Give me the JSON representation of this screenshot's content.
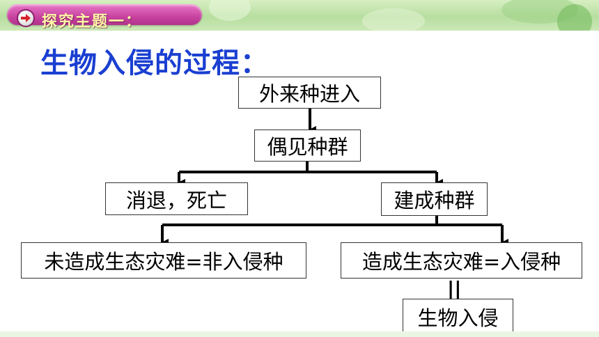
{
  "header": {
    "topic_label": "探究主题一：",
    "icon": "arrow-right-icon",
    "accent_color": "#c8429f",
    "bar_color": "#b7dea0"
  },
  "title": "生物入侵的过程：",
  "title_color": "#1a3fd1",
  "flow": {
    "node_entry": "外来种进入",
    "node_encounter": "偶见种群",
    "node_decline": "消退，死亡",
    "node_establish": "建成种群",
    "node_non_invasive": "未造成生态灾难=非入侵种",
    "node_invasive": "造成生态灾难=入侵种",
    "equals_sign": "||",
    "node_invasion": "生物入侵"
  }
}
